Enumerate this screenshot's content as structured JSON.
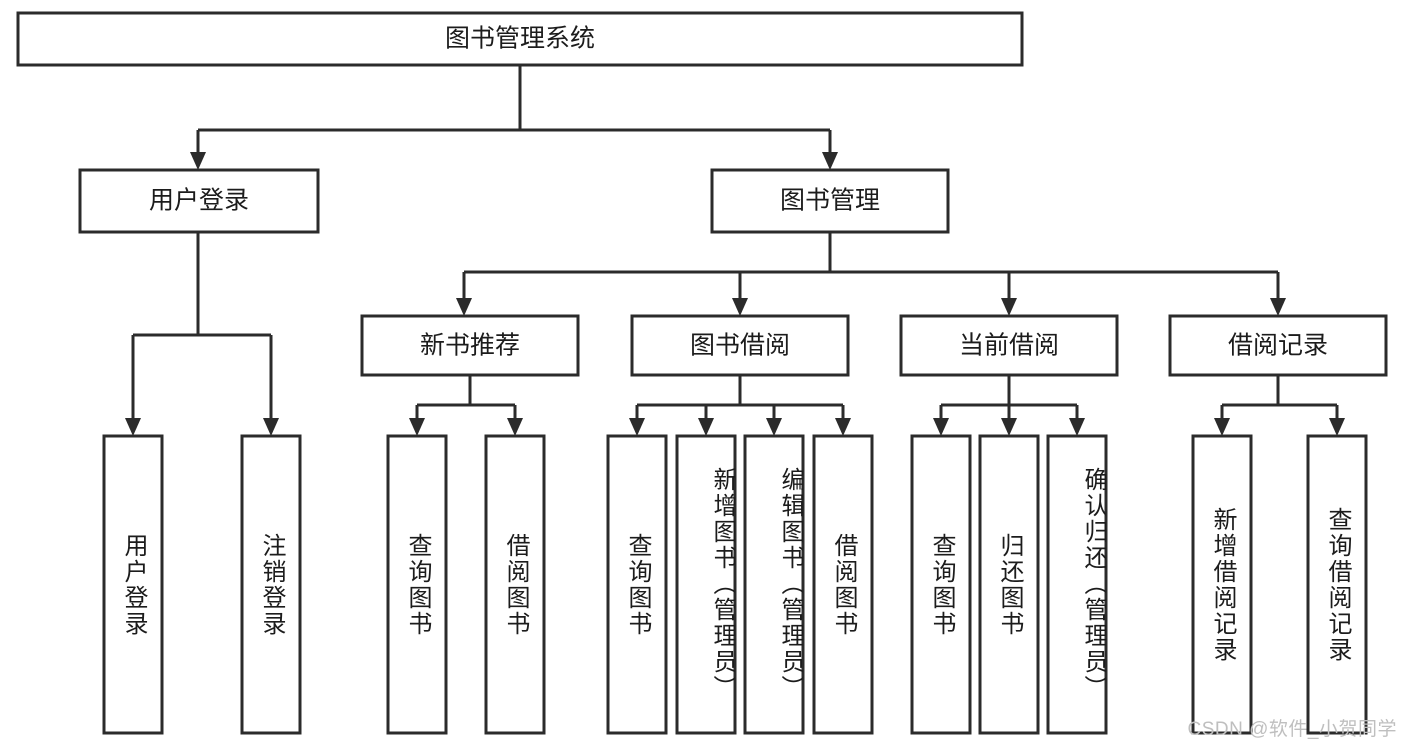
{
  "diagram": {
    "title": "图书管理系统",
    "type": "tree-hierarchy",
    "watermark": "CSDN @软件_小贺同学",
    "colors": {
      "box_fill": "#ffffff",
      "box_stroke": "#2b2b2b",
      "text": "#1c1c1c",
      "background": "#ffffff",
      "watermark": "#bfbfbf"
    },
    "root": {
      "label": "图书管理系统"
    },
    "level2": [
      {
        "label": "用户登录"
      },
      {
        "label": "图书管理"
      }
    ],
    "level3": [
      {
        "label": "新书推荐"
      },
      {
        "label": "图书借阅"
      },
      {
        "label": "当前借阅"
      },
      {
        "label": "借阅记录"
      }
    ],
    "leaves": {
      "user_login": [
        {
          "label": "用户登录"
        },
        {
          "label": "注销登录"
        }
      ],
      "new_book_recommend": [
        {
          "label": "查询图书"
        },
        {
          "label": "借阅图书"
        }
      ],
      "book_borrow": [
        {
          "label": "查询图书"
        },
        {
          "label": "新增图书（管理员）"
        },
        {
          "label": "编辑图书（管理员）"
        },
        {
          "label": "借阅图书"
        }
      ],
      "current_borrow": [
        {
          "label": "查询图书"
        },
        {
          "label": "归还图书"
        },
        {
          "label": "确认归还（管理员）"
        }
      ],
      "borrow_record": [
        {
          "label": "新增借阅记录"
        },
        {
          "label": "查询借阅记录"
        }
      ]
    }
  }
}
